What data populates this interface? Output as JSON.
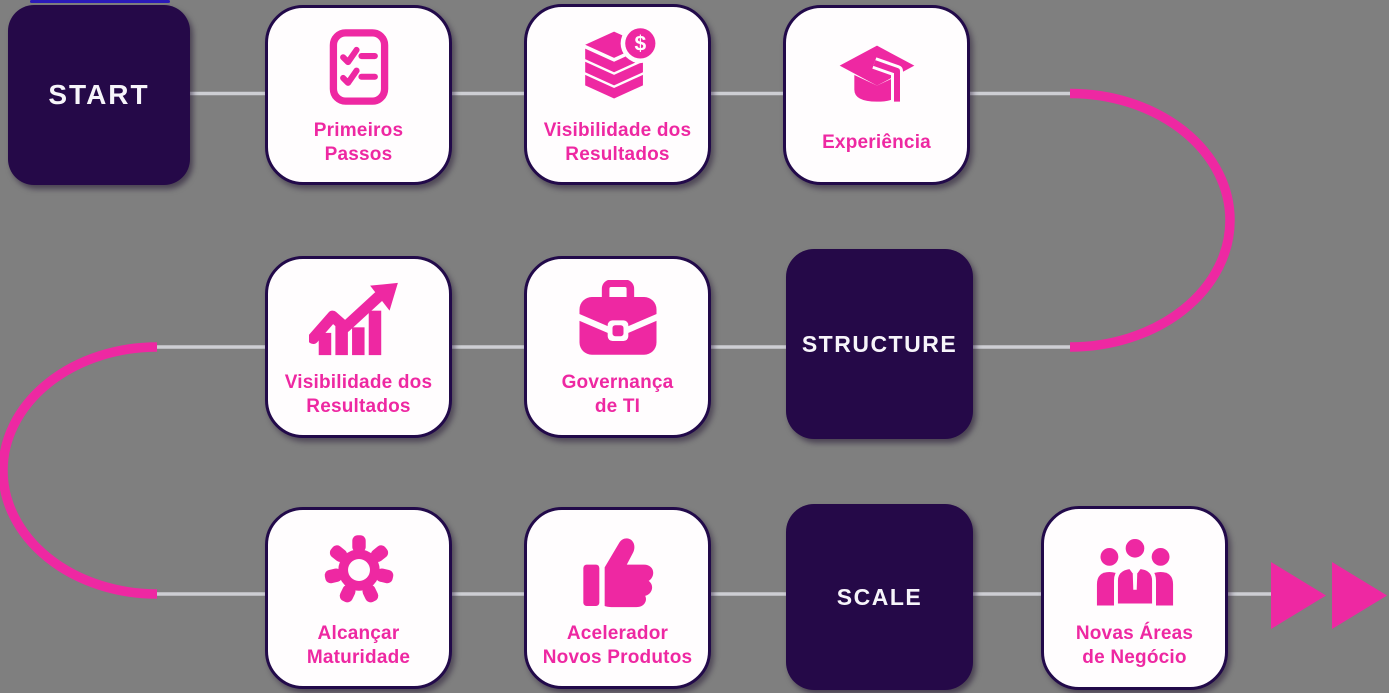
{
  "palette": {
    "background": "#7f7f7f",
    "pink": "#ee28a2",
    "dark_purple": "#250948",
    "card_background": "#fffdfe",
    "card_border": "#220a4a",
    "connector_gray": "#cdced3",
    "milestone_text": "#f7f5fa",
    "blue_accent": "#2b1ab8"
  },
  "milestones": [
    {
      "label": "START"
    },
    {
      "label": "STRUCTURE"
    },
    {
      "label": "SCALE"
    }
  ],
  "steps": [
    {
      "lines": [
        "Primeiros",
        "Passos"
      ],
      "icon": "checklist-icon"
    },
    {
      "lines": [
        "Visibilidade dos",
        "Resultados"
      ],
      "icon": "money-stack-icon"
    },
    {
      "lines": [
        "Experiência"
      ],
      "icon": "graduation-cap-icon"
    },
    {
      "lines": [
        "Visibilidade dos",
        "Resultados"
      ],
      "icon": "growth-chart-icon"
    },
    {
      "lines": [
        "Governança",
        "de TI"
      ],
      "icon": "briefcase-icon"
    },
    {
      "lines": [
        "Alcançar",
        "Maturidade"
      ],
      "icon": "gear-icon"
    },
    {
      "lines": [
        "Acelerador",
        "Novos Produtos"
      ],
      "icon": "thumbs-up-icon"
    },
    {
      "lines": [
        "Novas Áreas",
        "de Negócio"
      ],
      "icon": "team-icon"
    }
  ]
}
